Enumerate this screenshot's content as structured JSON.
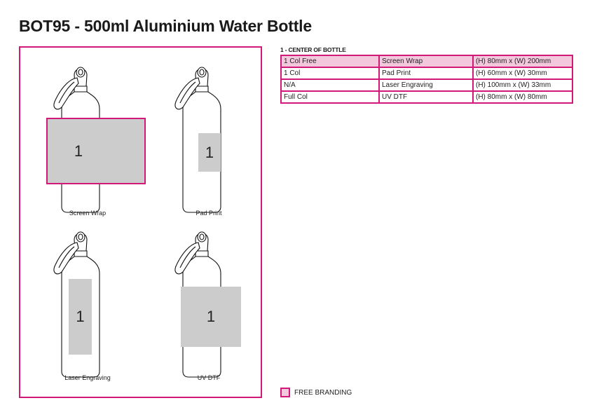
{
  "document": {
    "title": "BOT95 - 500ml Aluminium Water Bottle"
  },
  "colors": {
    "accent": "#d1197a",
    "free_fill": "#f3c8dc",
    "print_area": "#cccccc"
  },
  "views": [
    {
      "label": "Screen Wrap",
      "position_number": "1",
      "free": true
    },
    {
      "label": "Pad Print",
      "position_number": "1",
      "free": false
    },
    {
      "label": "Laser Engraving",
      "position_number": "1",
      "free": false
    },
    {
      "label": "UV DTF",
      "position_number": "1",
      "free": false
    }
  ],
  "spec_table": {
    "heading": "1 - CENTER OF BOTTLE",
    "rows": [
      {
        "branding": "1 Col Free",
        "method": "Screen Wrap",
        "size": "(H) 80mm x (W) 200mm",
        "free": true
      },
      {
        "branding": "1 Col",
        "method": "Pad Print",
        "size": "(H) 60mm x (W) 30mm",
        "free": false
      },
      {
        "branding": "N/A",
        "method": "Laser Engraving",
        "size": "(H) 100mm x (W) 33mm",
        "free": false
      },
      {
        "branding": "Full Col",
        "method": "UV DTF",
        "size": "(H) 80mm x (W) 80mm",
        "free": false
      }
    ]
  },
  "legend": {
    "label": "FREE BRANDING"
  }
}
